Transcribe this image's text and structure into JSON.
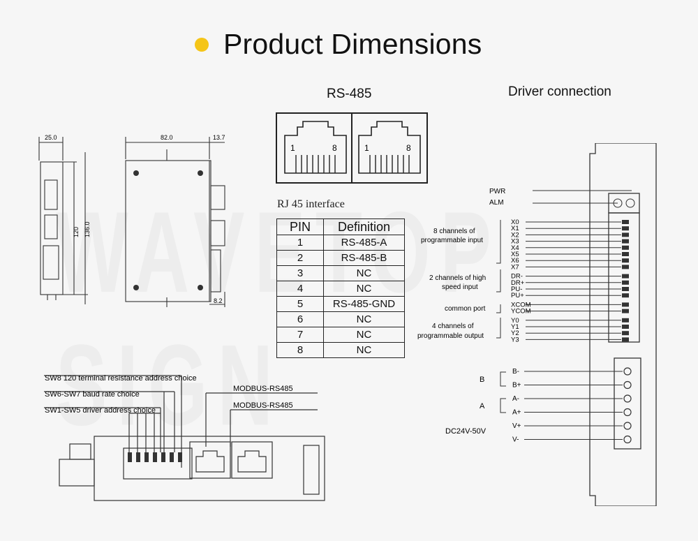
{
  "title": "Product Dimensions",
  "accent_color": "#f5c518",
  "watermark": "WAVETOP SIGN",
  "rs485": {
    "title": "RS-485",
    "port_labels": [
      {
        "left": "1",
        "right": "8"
      },
      {
        "left": "1",
        "right": "8"
      }
    ]
  },
  "rj45": {
    "title": "RJ 45 interface",
    "headers": [
      "PIN",
      "Definition"
    ],
    "rows": [
      {
        "pin": "1",
        "def": "RS-485-A"
      },
      {
        "pin": "2",
        "def": "RS-485-B"
      },
      {
        "pin": "3",
        "def": "NC"
      },
      {
        "pin": "4",
        "def": "NC"
      },
      {
        "pin": "5",
        "def": "RS-485-GND"
      },
      {
        "pin": "6",
        "def": "NC"
      },
      {
        "pin": "7",
        "def": "NC"
      },
      {
        "pin": "8",
        "def": "NC"
      }
    ]
  },
  "dimensions": {
    "side_width": "25.0",
    "front_width": "82.0",
    "front_depth": "13.7",
    "height_inner": "120",
    "height_outer": "136.0",
    "bottom_offset": "8.2"
  },
  "driver": {
    "title": "Driver connection",
    "pwr": "PWR",
    "alm": "ALM",
    "input_group": [
      "8 channels of",
      "programmable input"
    ],
    "inputs": [
      "X0",
      "X1",
      "X2",
      "X3",
      "X4",
      "X5",
      "X6",
      "X7"
    ],
    "hs_group": [
      "2 channels of high",
      "speed input"
    ],
    "hs_inputs": [
      "DR-",
      "DR+",
      "PU-",
      "PU+"
    ],
    "common_label": "common port",
    "common": [
      "XCOM",
      "YCOM"
    ],
    "output_group": [
      "4 channels of",
      "programmable output"
    ],
    "outputs": [
      "Y0",
      "Y1",
      "Y2",
      "Y3"
    ],
    "motor_b": "B",
    "motor_a": "A",
    "power_label": "DC24V-50V",
    "terminals": [
      "B-",
      "B+",
      "A-",
      "A+",
      "V+",
      "V-"
    ]
  },
  "switches": {
    "sw8": "SW8   120 terminal resistance address choice",
    "sw67": "SW6-SW7  baud rate choice",
    "sw15": "SW1-SW5  driver address choice",
    "modbus1": "MODBUS-RS485",
    "modbus2": "MODBUS-RS485"
  }
}
